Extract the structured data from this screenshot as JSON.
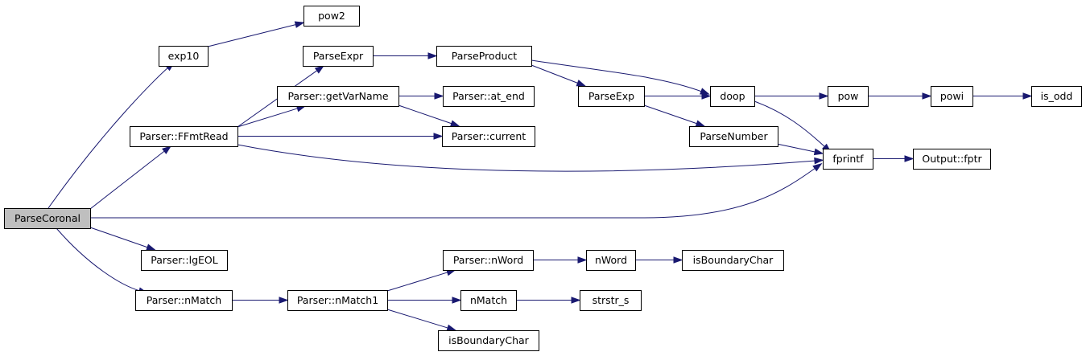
{
  "graph": {
    "edge_color": "#191970",
    "root_fill": "#bfbfbf",
    "nodes": [
      {
        "id": "ParseCoronal",
        "label": "ParseCoronal"
      },
      {
        "id": "exp10",
        "label": "exp10"
      },
      {
        "id": "pow2",
        "label": "pow2"
      },
      {
        "id": "FFmtRead",
        "label": "Parser::FFmtRead"
      },
      {
        "id": "ParseExpr",
        "label": "ParseExpr"
      },
      {
        "id": "ParseProduct",
        "label": "ParseProduct"
      },
      {
        "id": "getVarName",
        "label": "Parser::getVarName"
      },
      {
        "id": "at_end",
        "label": "Parser::at_end"
      },
      {
        "id": "current",
        "label": "Parser::current"
      },
      {
        "id": "ParseExp",
        "label": "ParseExp"
      },
      {
        "id": "doop",
        "label": "doop"
      },
      {
        "id": "ParseNumber",
        "label": "ParseNumber"
      },
      {
        "id": "pow",
        "label": "pow"
      },
      {
        "id": "powi",
        "label": "powi"
      },
      {
        "id": "is_odd",
        "label": "is_odd"
      },
      {
        "id": "fprintf",
        "label": "fprintf"
      },
      {
        "id": "fptr",
        "label": "Output::fptr"
      },
      {
        "id": "lgEOL",
        "label": "Parser::lgEOL"
      },
      {
        "id": "nMatchP",
        "label": "Parser::nMatch"
      },
      {
        "id": "nMatch1",
        "label": "Parser::nMatch1"
      },
      {
        "id": "nWordP",
        "label": "Parser::nWord"
      },
      {
        "id": "nWord",
        "label": "nWord"
      },
      {
        "id": "isBoundaryChar1",
        "label": "isBoundaryChar"
      },
      {
        "id": "nMatch",
        "label": "nMatch"
      },
      {
        "id": "strstr_s",
        "label": "strstr_s"
      },
      {
        "id": "isBoundaryChar2",
        "label": "isBoundaryChar"
      }
    ],
    "edges": [
      {
        "from": "ParseCoronal",
        "to": "exp10"
      },
      {
        "from": "ParseCoronal",
        "to": "FFmtRead"
      },
      {
        "from": "ParseCoronal",
        "to": "fprintf"
      },
      {
        "from": "ParseCoronal",
        "to": "lgEOL"
      },
      {
        "from": "ParseCoronal",
        "to": "nMatchP"
      },
      {
        "from": "exp10",
        "to": "pow2"
      },
      {
        "from": "FFmtRead",
        "to": "ParseExpr"
      },
      {
        "from": "FFmtRead",
        "to": "getVarName"
      },
      {
        "from": "FFmtRead",
        "to": "current"
      },
      {
        "from": "FFmtRead",
        "to": "fprintf"
      },
      {
        "from": "ParseExpr",
        "to": "ParseProduct"
      },
      {
        "from": "ParseProduct",
        "to": "doop"
      },
      {
        "from": "ParseProduct",
        "to": "ParseExp"
      },
      {
        "from": "getVarName",
        "to": "at_end"
      },
      {
        "from": "getVarName",
        "to": "current"
      },
      {
        "from": "ParseExp",
        "to": "doop"
      },
      {
        "from": "ParseExp",
        "to": "ParseNumber"
      },
      {
        "from": "doop",
        "to": "pow"
      },
      {
        "from": "doop",
        "to": "fprintf"
      },
      {
        "from": "ParseNumber",
        "to": "fprintf"
      },
      {
        "from": "pow",
        "to": "powi"
      },
      {
        "from": "powi",
        "to": "is_odd"
      },
      {
        "from": "fprintf",
        "to": "fptr"
      },
      {
        "from": "nMatchP",
        "to": "nMatch1"
      },
      {
        "from": "nMatch1",
        "to": "nWordP"
      },
      {
        "from": "nMatch1",
        "to": "nMatch"
      },
      {
        "from": "nMatch1",
        "to": "isBoundaryChar2"
      },
      {
        "from": "nWordP",
        "to": "nWord"
      },
      {
        "from": "nWord",
        "to": "isBoundaryChar1"
      },
      {
        "from": "nMatch",
        "to": "strstr_s"
      }
    ]
  }
}
